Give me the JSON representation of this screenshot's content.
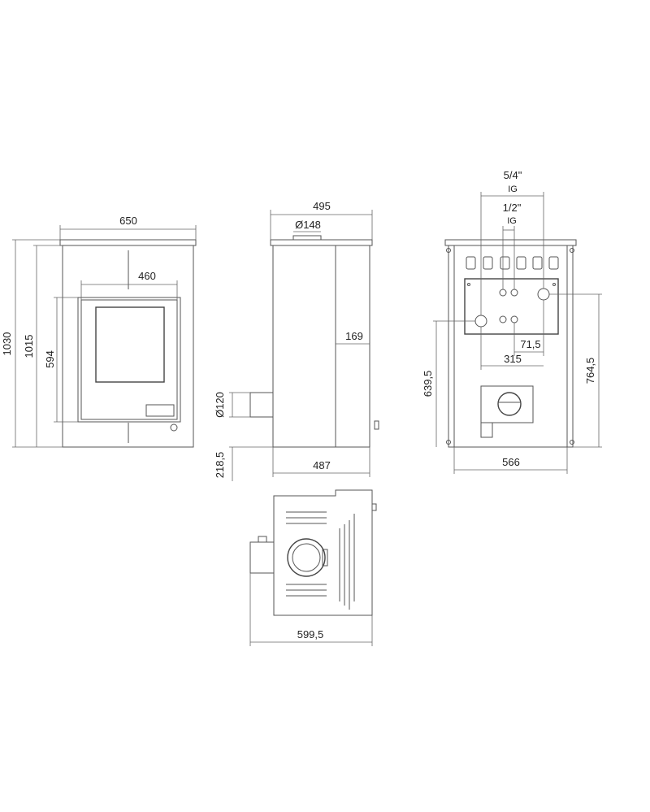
{
  "colors": {
    "line": "#555555",
    "background": "#ffffff",
    "text": "#222222"
  },
  "front_view": {
    "width": "650",
    "door_width": "460",
    "height_total": "1030",
    "height_body": "1015",
    "door_height": "594"
  },
  "side_view": {
    "depth_top": "495",
    "flue_diameter": "Ø148",
    "offset": "169",
    "outlet_diameter": "Ø120",
    "outlet_height": "218,5",
    "depth_base": "487"
  },
  "rear_view": {
    "conn_large_size": "5/4\"",
    "conn_large_thread": "IG",
    "conn_small_size": "1/2\"",
    "conn_small_thread": "IG",
    "spacing_small": "71,5",
    "spacing_wide": "315",
    "height_left": "639,5",
    "height_right": "764,5",
    "width": "566"
  },
  "top_view": {
    "width": "599,5"
  }
}
